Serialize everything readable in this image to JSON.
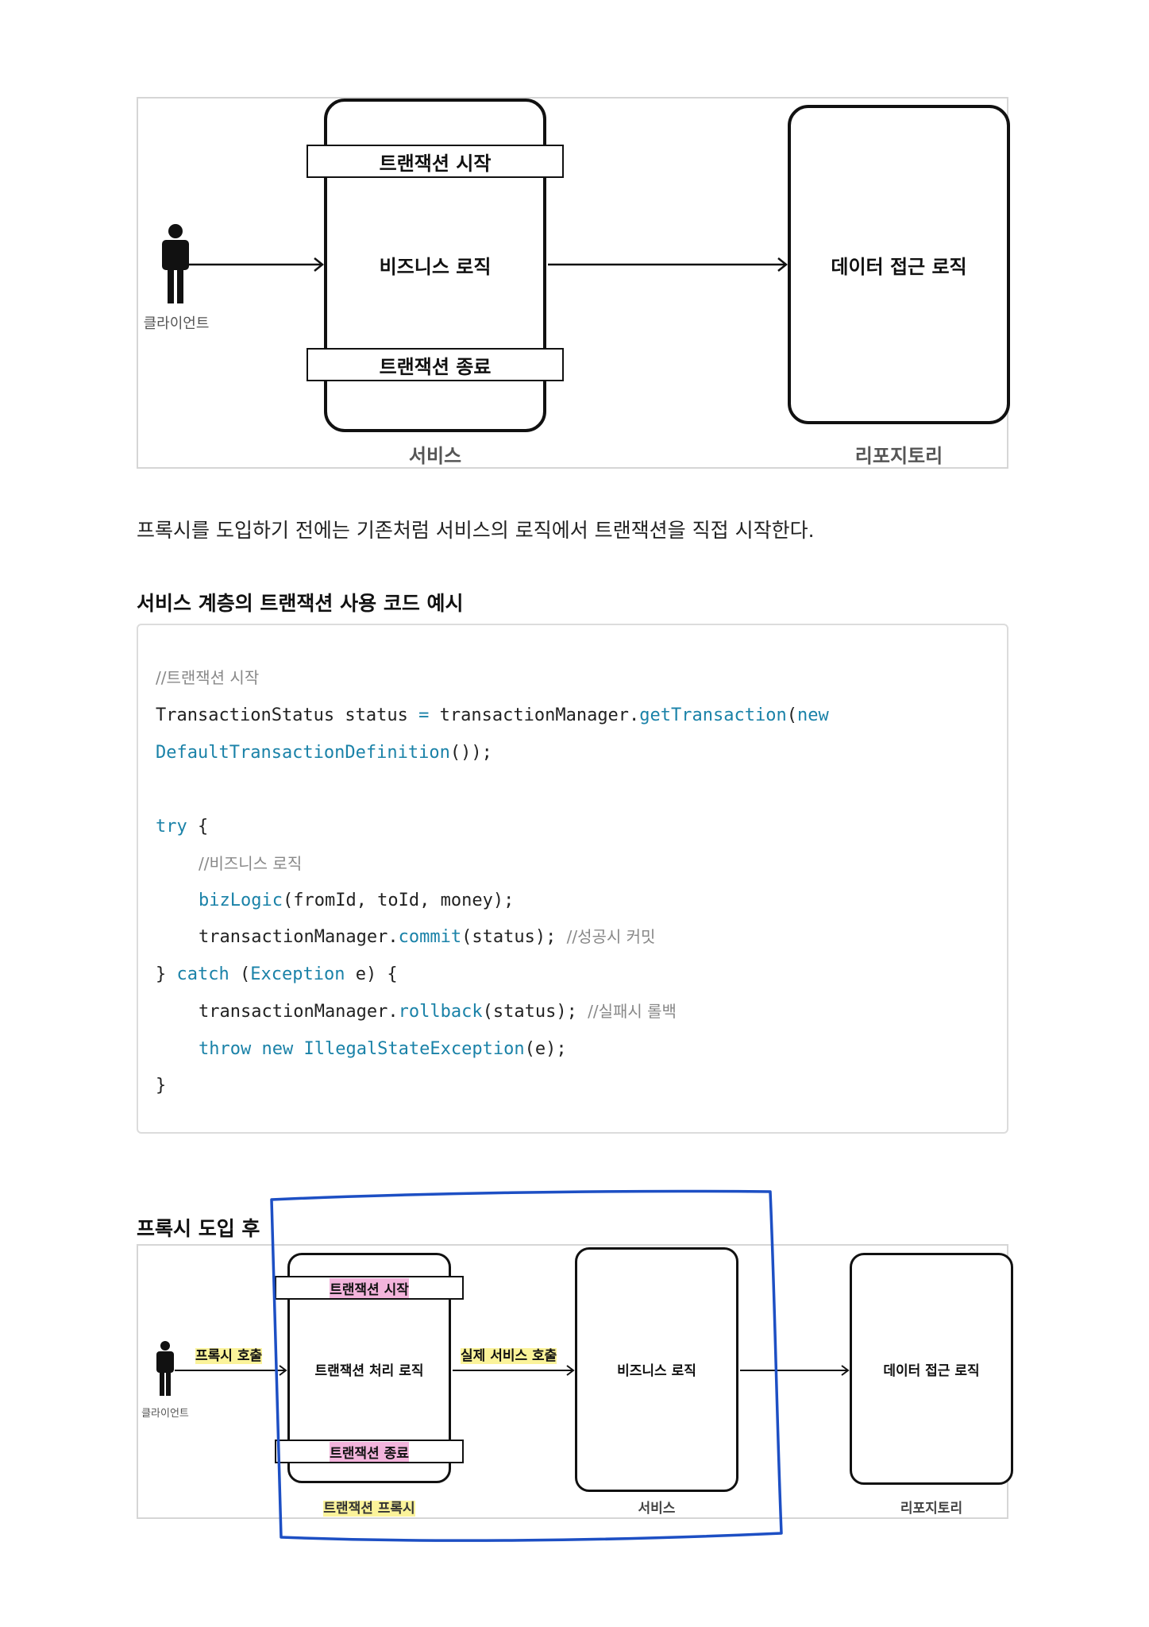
{
  "diagram1": {
    "tx_start": "트랜잭션 시작",
    "biz_logic": "비즈니스 로직",
    "tx_end": "트랜잭션 종료",
    "data_logic": "데이터 접근 로직",
    "client": "클라이언트",
    "service": "서비스",
    "repository": "리포지토리"
  },
  "paragraph": "프록시를 도입하기 전에는 기존처럼 서비스의 로직에서 트랜잭션을 직접 시작한다.",
  "code_heading": "서비스 계층의 트랜잭션 사용 코드 예시",
  "code": {
    "c1": "//트랜잭션 시작",
    "l1a": "TransactionStatus status ",
    "l1b": "=",
    "l1c": " transactionManager.",
    "l1d": "getTransaction",
    "l1e": "(",
    "l1f": "new",
    "l2a": "DefaultTransactionDefinition",
    "l2b": "());",
    "try_kw": "try",
    "try_brace": " {",
    "c2": "//비즈니스 로직",
    "biz_fn": "bizLogic",
    "biz_args": "(fromId, toId, money);",
    "tm1": "transactionManager.",
    "commit": "commit",
    "commit_args": "(status); ",
    "c3": "//성공시 커밋",
    "catch_open": "} ",
    "catch_kw": "catch",
    "catch_paren": " (",
    "exception": "Exception",
    "catch_rest": " e) {",
    "tm2": "transactionManager.",
    "rollback": "rollback",
    "rollback_args": "(status); ",
    "c4": "//실패시 롤백",
    "throw_kw": "throw new",
    "illegal": "IllegalStateException",
    "throw_args": "(e);",
    "close": "}"
  },
  "proxy_heading": "프록시 도입 후",
  "diagram2": {
    "tx_start": "트랜잭션 시작",
    "tx_logic": "트랜잭션 처리 로직",
    "tx_end": "트랜잭션 종료",
    "proxy_call": "프록시 호출",
    "real_call": "실제 서비스 호출",
    "biz_logic": "비즈니스 로직",
    "data_logic": "데이터 접근 로직",
    "client": "클라이언트",
    "tx_proxy": "트랜잭션 프록시",
    "service": "서비스",
    "repository": "리포지토리"
  },
  "colors": {
    "highlight_yellow": "#fbf39a",
    "highlight_pink": "#f3b4dc",
    "annotation_blue": "#1d4fc4",
    "code_keyword": "#1a82a8"
  }
}
